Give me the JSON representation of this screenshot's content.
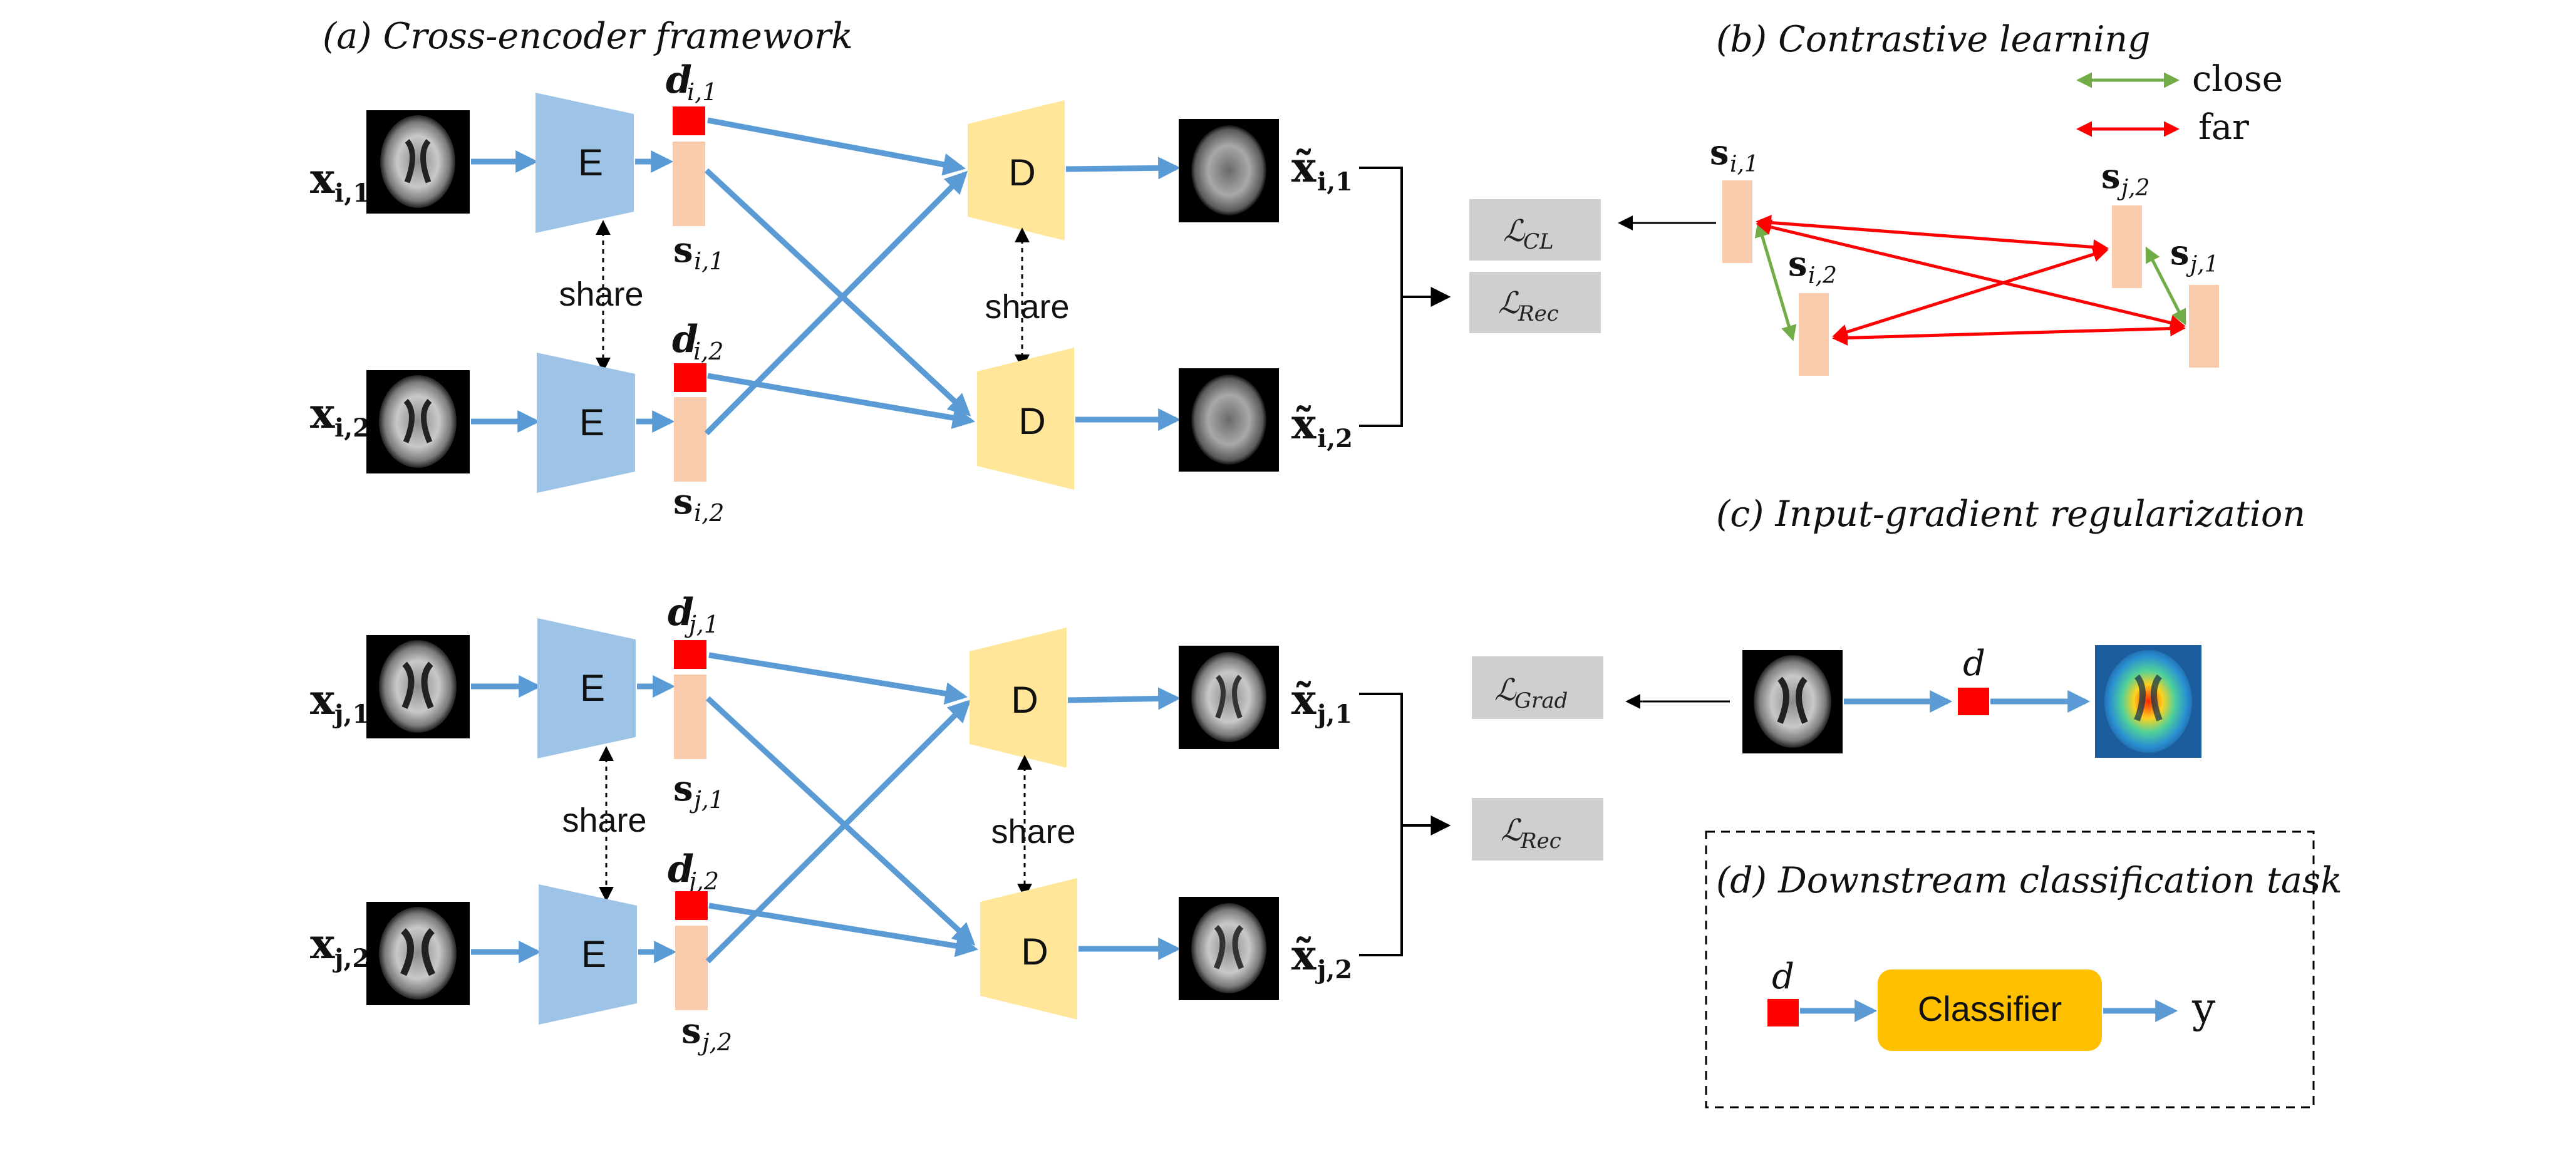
{
  "colors": {
    "arrow_blue": "#5b9bd5",
    "encoder_blue": "#9dc3e6",
    "decoder_yellow": "#ffe699",
    "style_peach": "#f8cbad",
    "disease_red": "#ff0000",
    "loss_gray": "#d0cece",
    "close_green": "#70ad47",
    "far_red": "#ff0000",
    "classifier_orange": "#ffc000"
  },
  "panels": {
    "a_title": "(a) Cross-encoder framework",
    "b_title": "(b) Contrastive learning",
    "c_title": "(c) Input-gradient regularization",
    "d_title": "(d) Downstream classification task"
  },
  "encoder_label": "E",
  "decoder_label": "D",
  "share_label": "share",
  "inputs": {
    "i1": {
      "base": "x",
      "sub": "i,1"
    },
    "i2": {
      "base": "x",
      "sub": "i,2"
    },
    "j1": {
      "base": "x",
      "sub": "j,1"
    },
    "j2": {
      "base": "x",
      "sub": "j,2"
    }
  },
  "outputs": {
    "i1": {
      "base": "x̃",
      "sub": "i,1"
    },
    "i2": {
      "base": "x̃",
      "sub": "i,2"
    },
    "j1": {
      "base": "x̃",
      "sub": "j,1"
    },
    "j2": {
      "base": "x̃",
      "sub": "j,2"
    }
  },
  "disease_codes": {
    "i1": {
      "base": "d",
      "sub": "i,1"
    },
    "i2": {
      "base": "d",
      "sub": "i,2"
    },
    "j1": {
      "base": "d",
      "sub": "j,1"
    },
    "j2": {
      "base": "d",
      "sub": "j,2"
    }
  },
  "style_codes": {
    "i1": {
      "base": "s",
      "sub": "i,1"
    },
    "i2": {
      "base": "s",
      "sub": "i,2"
    },
    "j1": {
      "base": "s",
      "sub": "j,1"
    },
    "j2": {
      "base": "s",
      "sub": "j,2"
    }
  },
  "losses": {
    "cl": {
      "base": "ℒ",
      "sub": "CL"
    },
    "rec_i": {
      "base": "ℒ",
      "sub": "Rec"
    },
    "grad": {
      "base": "ℒ",
      "sub": "Grad"
    },
    "rec_j": {
      "base": "ℒ",
      "sub": "Rec"
    }
  },
  "legend": {
    "close": "close",
    "far": "far"
  },
  "gradient_d": "d",
  "classifier": {
    "d_label": "d",
    "box_label": "Classifier",
    "output_label": "y"
  }
}
